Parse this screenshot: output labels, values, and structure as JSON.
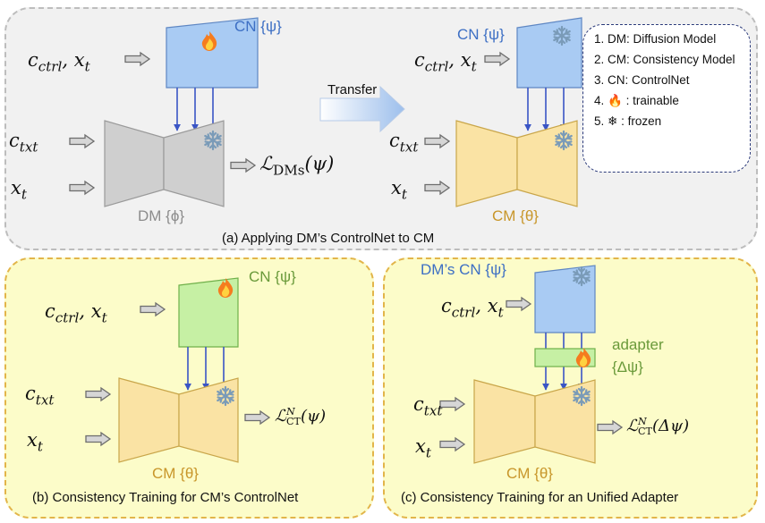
{
  "panel_a": {
    "caption": "(a) Applying DM’s ControlNet to CM",
    "left_cn_label": "CN {ψ}",
    "left_dm_label": "DM {ϕ}",
    "transfer_label": "Transfer",
    "right_cn_label": "CN {ψ}",
    "right_cm_label": "CM {θ}",
    "loss_main": "ℒ",
    "loss_sub": "DMs",
    "loss_arg": "(ψ)"
  },
  "panel_b": {
    "caption": "(b) Consistency Training for CM’s ControlNet",
    "cn_label": "CN {ψ}",
    "cm_label": "CM {θ}",
    "loss_main": "ℒ",
    "loss_sup": "N",
    "loss_sub": "CT",
    "loss_arg": "(ψ)"
  },
  "panel_c": {
    "caption": "(c) Consistency Training for an Unified Adapter",
    "cn_label": "DM’s CN {ψ}",
    "adapter_label": "adapter",
    "adapter_param": "{Δψ}",
    "cm_label": "CM {θ}",
    "loss_main": "ℒ",
    "loss_sup": "N",
    "loss_sub": "CT",
    "loss_arg": "(Δψ)"
  },
  "inputs": {
    "c": "c",
    "ctrl_sub": "ctrl",
    "txt_sub": "txt",
    "x": "x",
    "t_sub": "t"
  },
  "legend": {
    "items": [
      "1. DM: Diffusion Model",
      "2. CM: Consistency Model",
      "3. CN: ControlNet",
      "4. 🔥 : trainable",
      "5. ❄ : frozen"
    ]
  },
  "colors": {
    "controlnet_blue": "#a9cbf3",
    "dm_gray": "#cfcfcf",
    "cm_gold": "#fae3a4",
    "adapter_green": "#c6f0a4",
    "arrow_blue": "#3a55c5",
    "trainable_icon": "fire",
    "frozen_icon": "snowflake"
  }
}
